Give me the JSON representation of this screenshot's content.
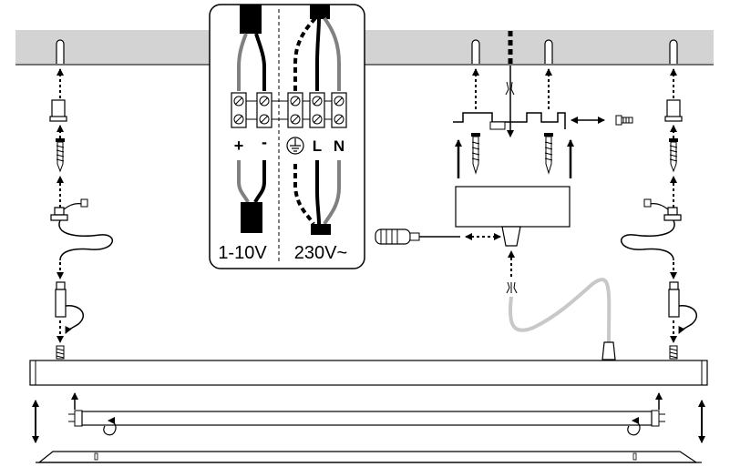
{
  "wiring_panel": {
    "terminal_labels": {
      "plus": "+",
      "minus": "-",
      "live": "L",
      "neutral": "N"
    },
    "dimming_label": "1-10V",
    "mains_label": "230V~"
  },
  "icons": [
    "ceiling-icon",
    "anchor-plug-icon",
    "screw-icon",
    "cable-icon",
    "connector-icon",
    "mounting-bracket-icon",
    "driver-box-icon",
    "screwdriver-icon",
    "ground-symbol-icon",
    "terminal-block-icon",
    "luminaire-housing-icon",
    "fluorescent-tube-icon",
    "diffuser-icon",
    "arrow-icon"
  ],
  "colors": {
    "ceiling": "#d3d3d3",
    "wire_gray": "#808080",
    "cable_gray": "#c8c8c8",
    "line": "#000000"
  }
}
